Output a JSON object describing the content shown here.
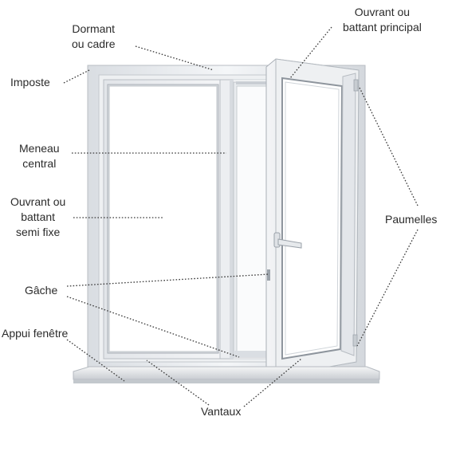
{
  "labels": {
    "dormant": [
      "Dormant",
      "ou cadre"
    ],
    "ouvrant_principal": [
      "Ouvrant ou",
      "battant principal"
    ],
    "imposte": "Imposte",
    "meneau": [
      "Meneau",
      "central"
    ],
    "ouvrant_semi_fixe": [
      "Ouvrant ou",
      "battant",
      "semi fixe"
    ],
    "paumelles": "Paumelles",
    "gache": "Gâche",
    "appui": "Appui fenêtre",
    "vantaux": "Vantaux"
  }
}
